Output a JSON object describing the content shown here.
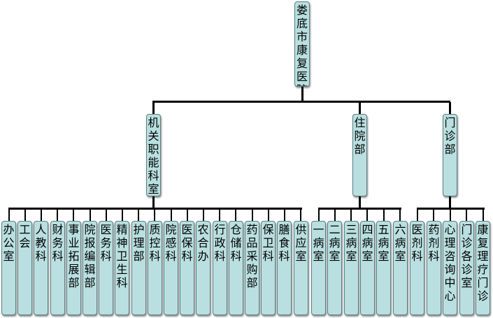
{
  "root": "娄底市康复医院",
  "branches": [
    {
      "name": "机关职能科室",
      "children": [
        "办公室",
        "工会",
        "人教科",
        "财务科",
        "事业拓展部",
        "院报编辑部",
        "医务科",
        "精神卫生科",
        "护理部",
        "质控科",
        "院感科",
        "医保科",
        "农合办",
        "行政科",
        "仓储科",
        "药品采购部",
        "保卫科",
        "膳食科",
        "供应室"
      ]
    },
    {
      "name": "住院部",
      "children": [
        "一病室",
        "二病室",
        "三病室",
        "四病室",
        "五病室",
        "六病室"
      ]
    },
    {
      "name": "门诊部",
      "children": [
        "医剂科",
        "药剂科",
        "心理咨询中心",
        "门诊各诊室",
        "康复理疗门诊"
      ]
    }
  ],
  "colors": {
    "box_fill": "#b9dfe0",
    "box_border": "#5e7f83",
    "connector": "#000000"
  }
}
